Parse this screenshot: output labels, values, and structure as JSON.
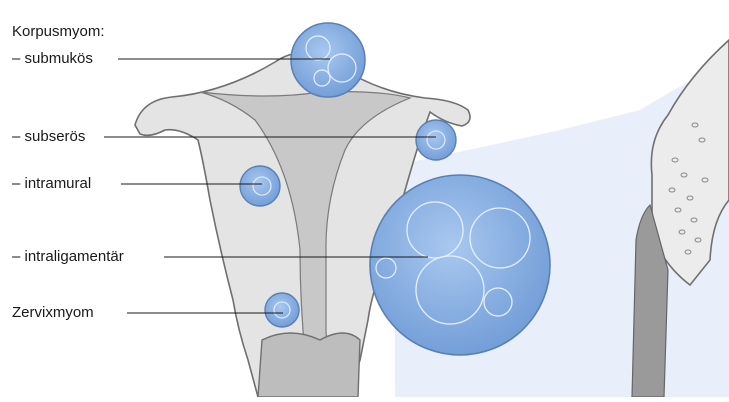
{
  "labels": {
    "heading": "Korpusmyom:",
    "submucous": "– submukös",
    "subserous": "– subserös",
    "intramural": "– intramural",
    "intraligamentary": "– intraligamentär",
    "cervical": "Zervixmyom"
  },
  "colors": {
    "uterus_tissue": "#e4e4e4",
    "uterus_outline": "#6f6f6f",
    "cavity": "#c8c8c8",
    "myoma_fill": "#8fb5e4",
    "myoma_outline": "#5a7fb3",
    "pelvic_space": "#e9eefb",
    "bone": "#ececec"
  }
}
